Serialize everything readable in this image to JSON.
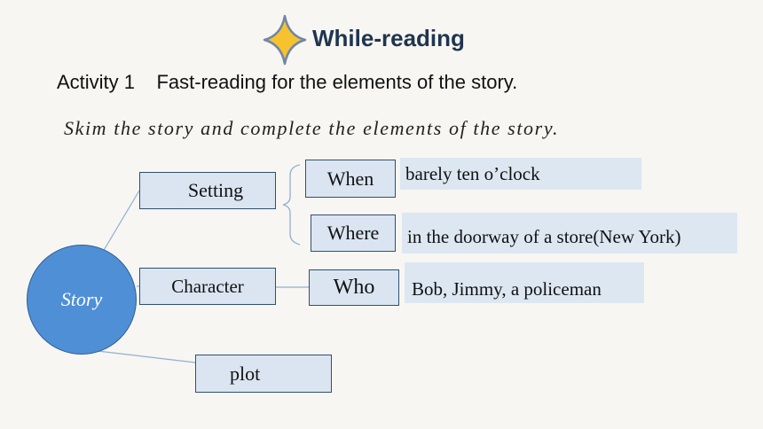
{
  "header": {
    "title": "While-reading",
    "icon": "four-point-star-icon",
    "icon_color": "#f6c22d",
    "icon_border": "#6e86a8"
  },
  "activity": {
    "label": "Activity 1",
    "title": "Fast-reading for the elements of the story."
  },
  "instruction": "Skim the story and complete the elements of the story.",
  "diagram": {
    "center": "Story",
    "setting": {
      "label": "Setting",
      "when_label": "When",
      "when_answer": "barely ten o’clock",
      "where_label": "Where",
      "where_answer": "in the doorway of a store(New York)"
    },
    "character": {
      "label": "Character",
      "who_label": "Who",
      "who_answer": "Bob, Jimmy, a policeman"
    },
    "plot": {
      "label": "plot"
    }
  },
  "colors": {
    "title": "#1f3550",
    "box_fill": "#dbe5f1",
    "box_border": "#2f5070",
    "circle_fill": "#4f8fd6",
    "connector": "#8fb0d2"
  }
}
